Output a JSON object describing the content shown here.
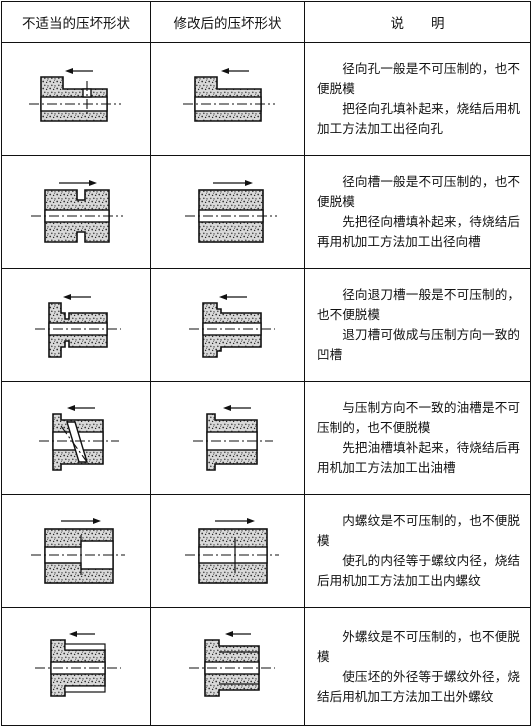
{
  "headers": {
    "col1": "不适当的压坏形状",
    "col2": "修改后的压坏形状",
    "col3": "说　　明"
  },
  "rows": [
    {
      "desc_line1": "径向孔一般是不可压制的，也不便脱模",
      "desc_line2": "把径向孔填补起来，烧结后用机加工方法加工出径向孔"
    },
    {
      "desc_line1": "径向槽一般是不可压制的，也不便脱模",
      "desc_line2": "先把径向槽填补起来，待烧结后再用机加工方法加工出径向槽"
    },
    {
      "desc_line1": "径向退刀槽一般是不可压制的，也不便脱模",
      "desc_line2": "退刀槽可做成与压制方向一致的凹槽"
    },
    {
      "desc_line1": "与压制方向不一致的油槽是不可压制的，也不便脱模",
      "desc_line2": "先把油槽填补起来，待烧结后再用机加工方法加工出油槽"
    },
    {
      "desc_line1": "内螺纹是不可压制的，也不便脱模",
      "desc_line2": "使孔的内径等于螺纹内径，烧结后用机加工方法加工出内螺纹"
    },
    {
      "desc_line1": "外螺纹是不可压制的，也不便脱模",
      "desc_line2": "使压坯的外径等于螺纹外径，烧结后用机加工方法加工出外螺纹"
    }
  ]
}
